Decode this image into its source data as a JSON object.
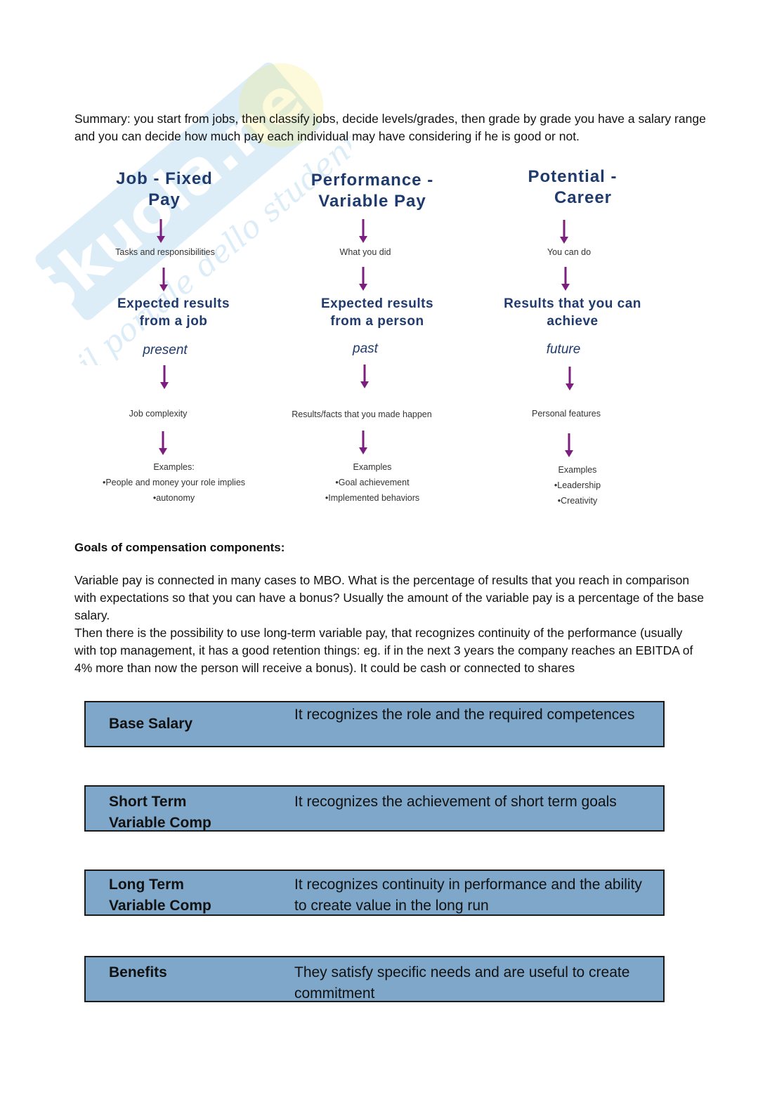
{
  "watermark": {
    "brand": "Skuola.net",
    "tagline": "il portale dello studente"
  },
  "summary": "Summary: you start from jobs, then classify jobs, decide levels/grades, then grade by grade you have a salary range and you can decide how much pay each individual may have considering if he is good or not.",
  "columns": [
    {
      "title_line1": "Job - Fixed",
      "title_line2": "Pay",
      "step1": "Tasks and responsibilities",
      "mid_line1": "Expected results",
      "mid_line2": "from a job",
      "time": "present",
      "basis": "Job complexity",
      "examples_title": "Examples:",
      "example1": "•People and money your role implies",
      "example2": "•autonomy"
    },
    {
      "title_line1": "Performance -",
      "title_line2": "Variable Pay",
      "step1": "What you did",
      "mid_line1": "Expected results",
      "mid_line2": "from a person",
      "time": "past",
      "basis": "Results/facts that you made happen",
      "examples_title": "Examples",
      "example1": "•Goal achievement",
      "example2": "•Implemented behaviors"
    },
    {
      "title_line1": "Potential -",
      "title_line2": "Career",
      "step1": "You can do",
      "mid_line1": "Results that you can",
      "mid_line2": "achieve",
      "time": "future",
      "basis": "Personal features",
      "examples_title": "Examples",
      "example1": "•Leadership",
      "example2": "•Creativity"
    }
  ],
  "goals_heading": "Goals of compensation components:",
  "goals_para1": "Variable pay is connected in many cases to MBO. What is the percentage of results that you reach in comparison with expectations so that you can have a bonus? Usually the amount of the variable pay is a percentage of the base salary.",
  "goals_para2": "Then there is the possibility to use long-term variable pay, that recognizes continuity of the performance (usually with top management, it has a good retention things: eg. if in the next 3 years the company reaches an EBITDA of 4% more than now the person will receive a bonus). It could be cash or connected to shares",
  "components": [
    {
      "name_line1": "Base Salary",
      "name_line2": "",
      "desc": "It recognizes the role and the required competences"
    },
    {
      "name_line1": "Short Term",
      "name_line2": "Variable Comp",
      "desc": "It recognizes the achievement of short term goals"
    },
    {
      "name_line1": "Long Term",
      "name_line2": "Variable Comp",
      "desc": "It recognizes continuity in performance and the ability to create value in the long run"
    },
    {
      "name_line1": "Benefits",
      "name_line2": "",
      "desc": "They satisfy specific needs and are useful to create commitment"
    }
  ],
  "colors": {
    "title_navy": "#1f3b6e",
    "arrow_purple": "#7b1e7e",
    "box_fill": "#7ea7c9"
  }
}
